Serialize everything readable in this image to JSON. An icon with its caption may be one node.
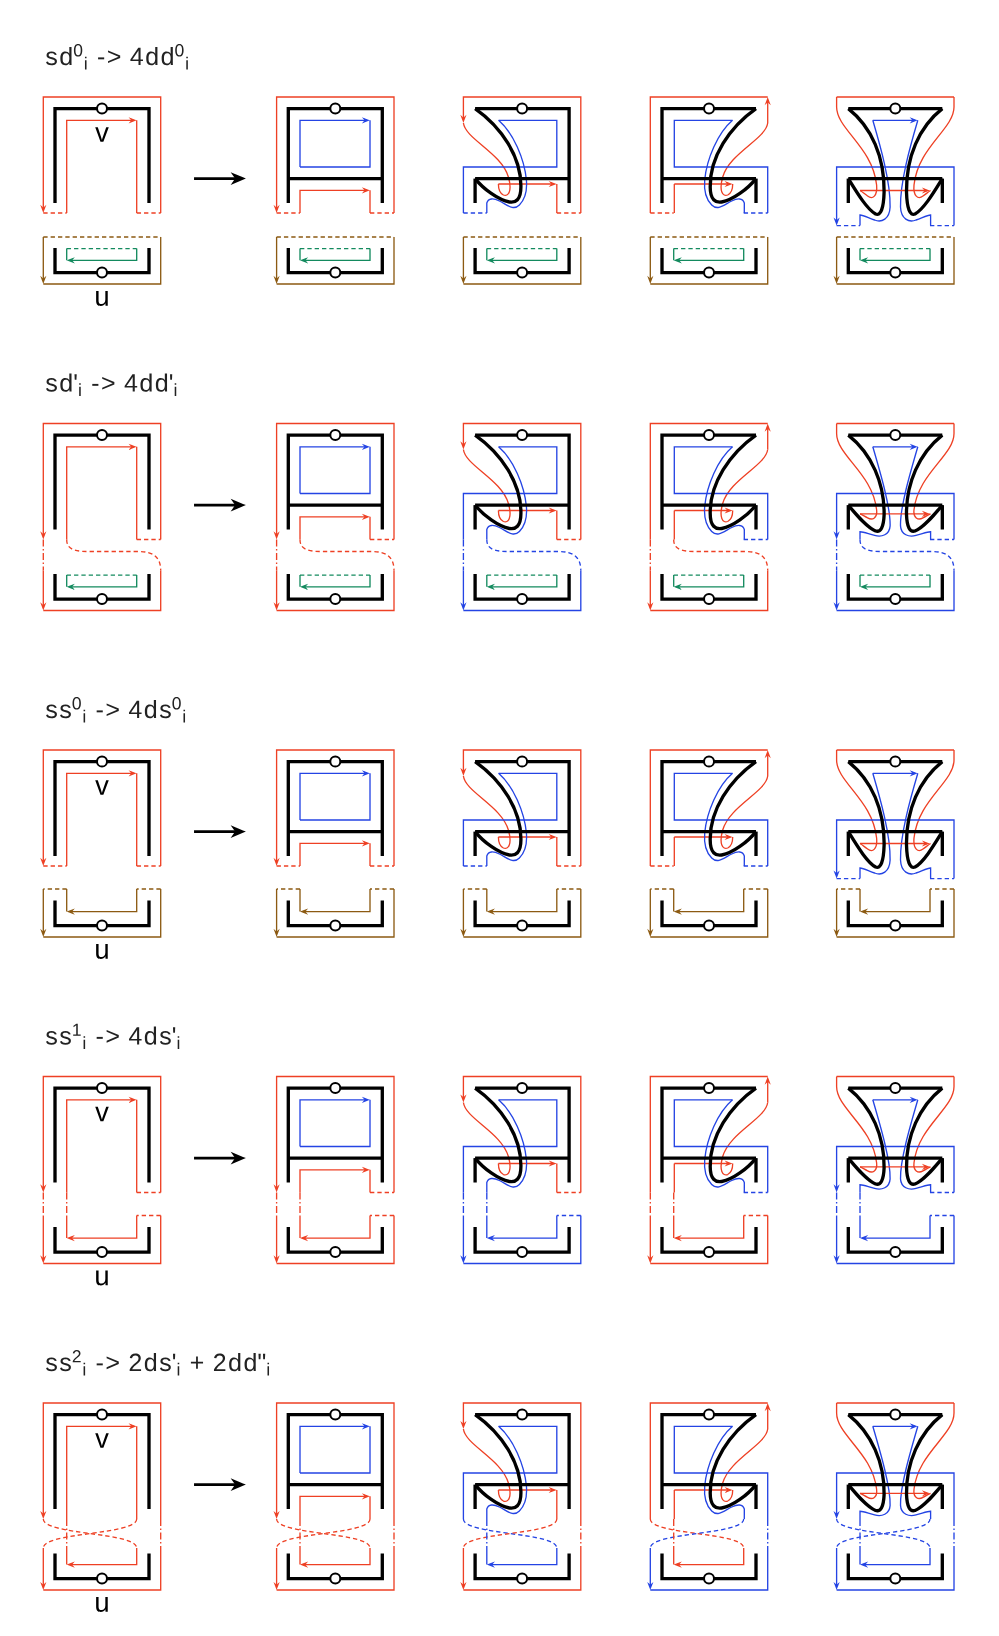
{
  "diagram": {
    "nodes": [
      {
        "text": [],
        "shape": "picture"
      },
      {
        "text": [],
        "shape": "picture"
      },
      {
        "text": [],
        "shape": "picture"
      },
      {
        "text": [],
        "shape": "picture"
      },
      {
        "text": [],
        "shape": "picture"
      },
      {
        "text": [],
        "shape": "picture"
      },
      {
        "text": [],
        "shape": "picture"
      },
      {
        "text": [],
        "shape": "picture"
      },
      {
        "text": [],
        "shape": "picture"
      },
      {
        "text": [],
        "shape": "picture"
      },
      {
        "text": [],
        "shape": "picture"
      },
      {
        "text": [],
        "shape": "picture"
      },
      {
        "text": [],
        "shape": "picture"
      },
      {
        "text": [],
        "shape": "picture"
      },
      {
        "text": [],
        "shape": "picture"
      },
      {
        "text": [],
        "shape": "picture"
      },
      {
        "text": [],
        "shape": "picture"
      },
      {
        "text": [],
        "shape": "picture"
      },
      {
        "text": [],
        "shape": "picture"
      },
      {
        "text": [],
        "shape": "picture"
      },
      {
        "text": [],
        "shape": "picture"
      },
      {
        "text": [],
        "shape": "picture"
      },
      {
        "text": [],
        "shape": "picture"
      },
      {
        "text": [],
        "shape": "picture"
      },
      {
        "text": [],
        "shape": "picture"
      }
    ],
    "edges": [
      {
        "from": 0,
        "to": 1,
        "arrow": "to"
      },
      {
        "from": 5,
        "to": 6,
        "arrow": "to"
      },
      {
        "from": 10,
        "to": 11,
        "arrow": "to"
      },
      {
        "from": 15,
        "to": 16,
        "arrow": "to"
      },
      {
        "from": 20,
        "to": 21,
        "arrow": "to"
      }
    ],
    "labels": [
      "sd$^{0}$$_{i}$ -> 4dd$^{0}$$_{i}$",
      "v",
      "u",
      "sd'$_{i}$ -> 4dd'$_{i}$",
      "ss$^{0}$$_{i}$ -> 4ds$^{0}$$_{i}$",
      "v",
      "u",
      "ss$^{1}$$_{i}$ -> 4ds'$_{i}$",
      "v",
      "u",
      "ss$^{2}$$_{i}$ -> 2ds'$_{i}$ + 2dd\"$_{i}$",
      "v",
      "u"
    ]
  }
}
